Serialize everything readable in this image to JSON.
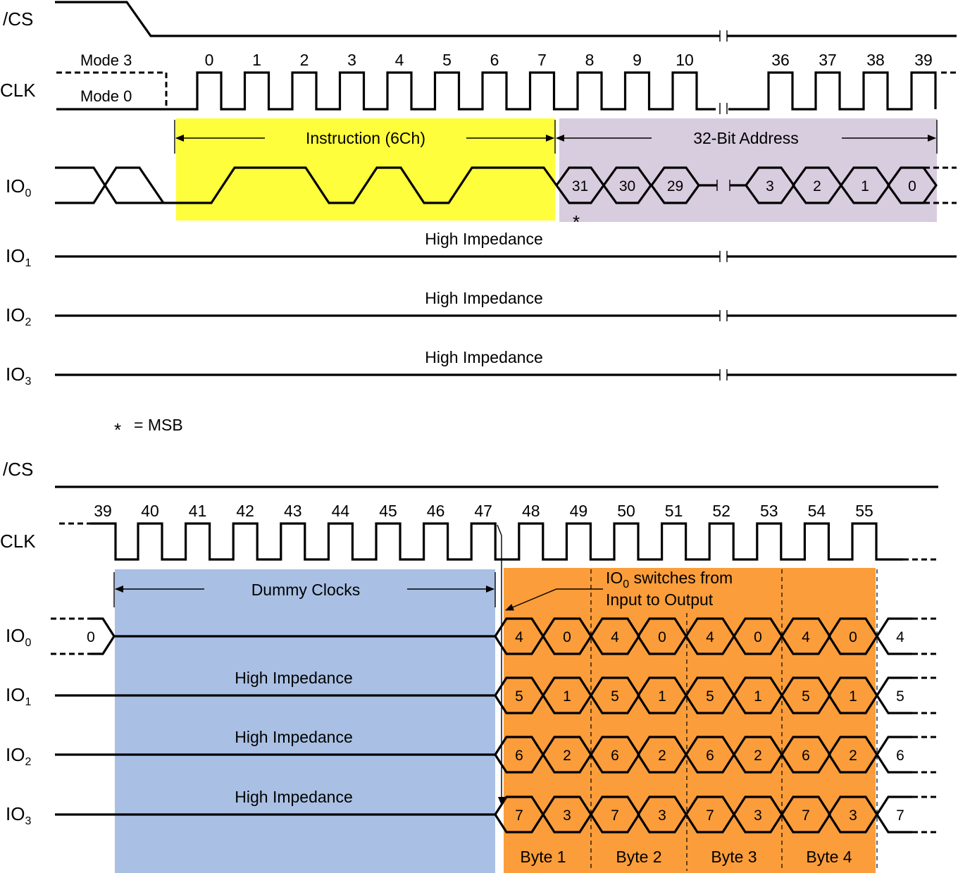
{
  "colors": {
    "instruction_band": "#fefe3c",
    "address_band": "#d8ccdf",
    "dummy_band": "#a9c0e4",
    "output_band": "#fb9d3a"
  },
  "top": {
    "signals": {
      "cs": "/CS",
      "clk": "CLK",
      "io0": "IO",
      "io1": "IO",
      "io2": "IO",
      "io3": "IO"
    },
    "subscripts": {
      "io0": "0",
      "io1": "1",
      "io2": "2",
      "io3": "3"
    },
    "mode3": "Mode 3",
    "mode0": "Mode 0",
    "clock_numbers": [
      "0",
      "1",
      "2",
      "3",
      "4",
      "5",
      "6",
      "7",
      "8",
      "9",
      "10",
      "36",
      "37",
      "38",
      "39"
    ],
    "instruction_label": "Instruction (6Ch)",
    "address_label": "32-Bit Address",
    "address_bits_left": [
      "31",
      "30",
      "29"
    ],
    "address_bits_right": [
      "3",
      "2",
      "1",
      "0"
    ],
    "msb_marker": "*",
    "high_impedance": "High Impedance"
  },
  "legend": {
    "star": "*",
    "text": "= MSB"
  },
  "bottom": {
    "signals": {
      "cs": "/CS",
      "clk": "CLK",
      "io0": "IO",
      "io1": "IO",
      "io2": "IO",
      "io3": "IO"
    },
    "subscripts": {
      "io0": "0",
      "io1": "1",
      "io2": "2",
      "io3": "3"
    },
    "clock_numbers": [
      "39",
      "40",
      "41",
      "42",
      "43",
      "44",
      "45",
      "46",
      "47",
      "48",
      "49",
      "50",
      "51",
      "52",
      "53",
      "54",
      "55"
    ],
    "dummy_label": "Dummy Clocks",
    "io0_prev_bit": "0",
    "note_line1_prefix": "IO",
    "note_line1_sub": "0",
    "note_line1_suffix": " switches from",
    "note_line2": "Input to Output",
    "high_impedance": "High Impedance",
    "lanes": [
      {
        "bits": [
          "4",
          "0",
          "4",
          "0",
          "4",
          "0",
          "4",
          "0"
        ],
        "next": "4"
      },
      {
        "bits": [
          "5",
          "1",
          "5",
          "1",
          "5",
          "1",
          "5",
          "1"
        ],
        "next": "5"
      },
      {
        "bits": [
          "6",
          "2",
          "6",
          "2",
          "6",
          "2",
          "6",
          "2"
        ],
        "next": "6"
      },
      {
        "bits": [
          "7",
          "3",
          "7",
          "3",
          "7",
          "3",
          "7",
          "3"
        ],
        "next": "7"
      }
    ],
    "bytes": [
      "Byte 1",
      "Byte 2",
      "Byte 3",
      "Byte 4"
    ]
  }
}
